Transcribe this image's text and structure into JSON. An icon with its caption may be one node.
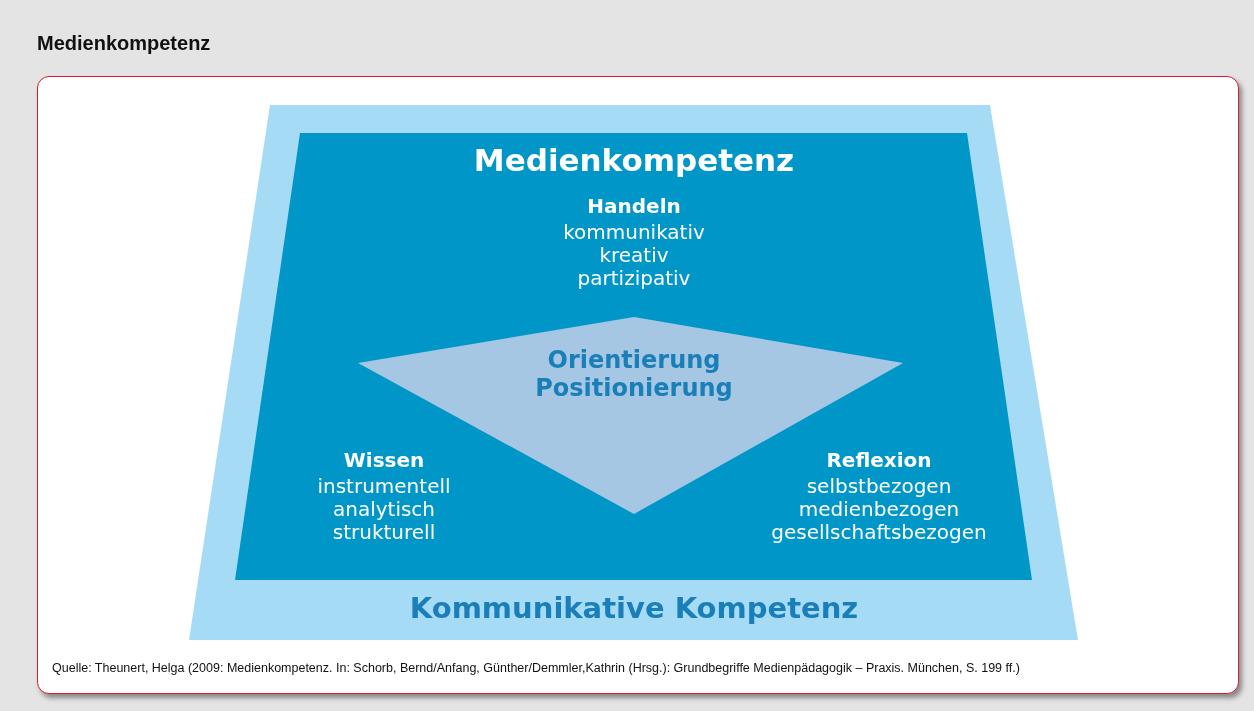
{
  "diagram": {
    "title": "Medienkompetenz",
    "caption": "Quelle: Theunert, Helga (2009: Medienkompetenz. In: Schorb, Bernd/Anfang, Günther/Demmler,Kathrin (Hrsg.): Grundbegriffe Medienpädagogik – Praxis. München, S. 199 ff.)",
    "nodes": [
      {
        "text": [
          "Kommunikative Kompetenz"
        ]
      },
      {
        "text": [
          "Medienkompetenz",
          "Handeln",
          "kommunikativ kreativ partizipativ",
          "Wissen",
          "instrumentell analytisch strukturell",
          "Reflexion",
          "selbstbezogen medienbezogen gesellschaftsbezogen"
        ],
        "in": 0
      },
      {
        "text": [
          "Orientierung Positionierung"
        ],
        "in": 1
      }
    ],
    "edges": []
  }
}
